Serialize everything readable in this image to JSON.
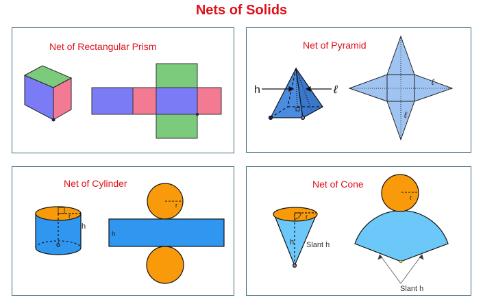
{
  "title": "Nets of Solids",
  "panels": {
    "prism": {
      "title": "Net of Rectangular Prism"
    },
    "pyramid": {
      "title": "Net of Pyramid",
      "h_label": "h",
      "l_label": "ℓ"
    },
    "cylinder": {
      "title": "Net of Cylinder",
      "h_label": "h",
      "r_label": "r"
    },
    "cone": {
      "title": "Net of Cone",
      "h_label": "h",
      "r_label": "r",
      "slant_label": "Slant h"
    }
  },
  "colors": {
    "title": "#e0101a",
    "purple": "#7b7bf5",
    "pink": "#f27a92",
    "green": "#7ccb7c",
    "blue_pyr": "#4a8de0",
    "light_blue": "#a0c4f2",
    "cyl_blue": "#2f97f0",
    "orange": "#f89a0a",
    "cone_blue": "#6cc8f8",
    "border": "#3b6478"
  }
}
